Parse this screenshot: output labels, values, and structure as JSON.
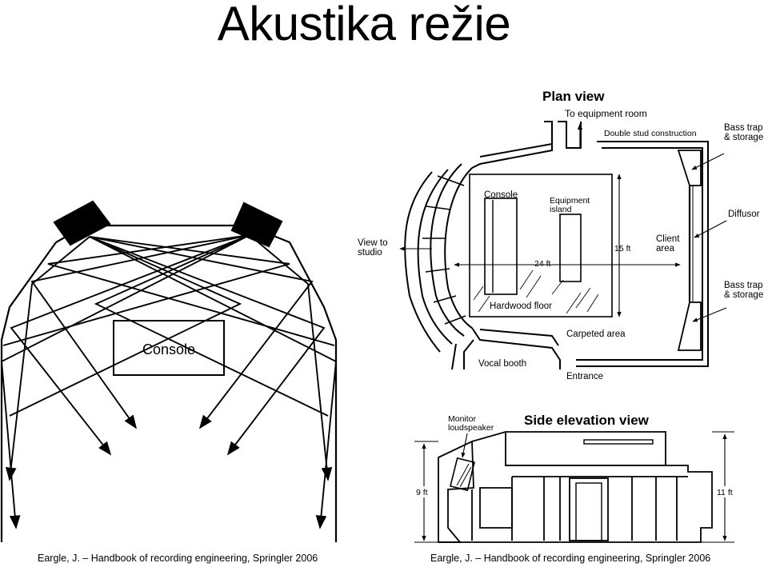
{
  "slide": {
    "title": "Akustika režie"
  },
  "left_figure": {
    "console_label": "Console"
  },
  "plan": {
    "title": "Plan view",
    "to_equipment_room": "To equipment room",
    "double_stud": "Double stud construction",
    "bass_trap_top": "Bass trap\n& storage",
    "console": "Console",
    "equipment_island": "Equipment\nisland",
    "diffusor": "Diffusor",
    "view_to_studio": "View to\nstudio",
    "dim_width": "24 ft",
    "dim_depth": "15 ft",
    "client_area": "Client\narea",
    "bass_trap_bottom": "Bass trap\n& storage",
    "hardwood_floor": "Hardwood floor",
    "carpeted_area": "Carpeted area",
    "vocal_booth": "Vocal booth",
    "entrance": "Entrance"
  },
  "side": {
    "monitor_loudspeaker": "Monitor\nloudspeaker",
    "title": "Side elevation view",
    "dim_left": "9 ft",
    "dim_right": "11 ft"
  },
  "captions": {
    "left": "Eargle, J. – Handbook of recording engineering, Springler 2006",
    "right": "Eargle, J. – Handbook of recording engineering, Springler 2006"
  }
}
